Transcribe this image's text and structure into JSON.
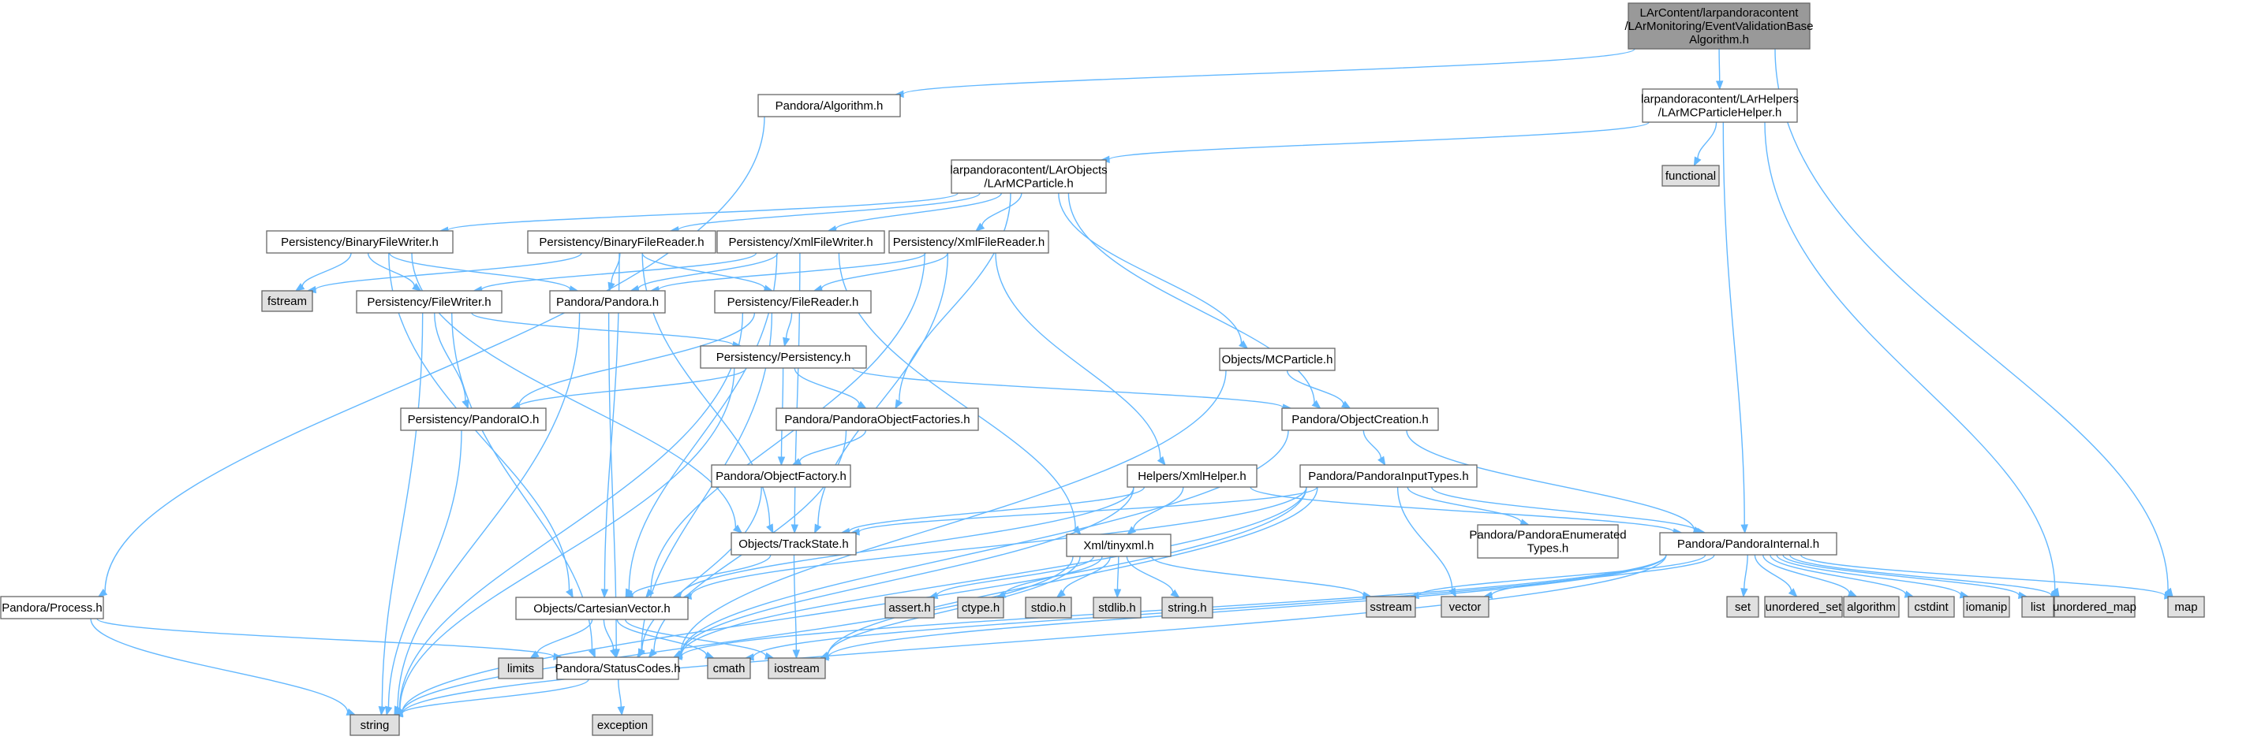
{
  "nodes": [
    {
      "id": "root",
      "label": [
        "LArContent/larpandoracontent",
        "/LArMonitoring/EventValidationBase",
        "Algorithm.h"
      ],
      "kind": "root"
    },
    {
      "id": "alg",
      "label": [
        "Pandora/Algorithm.h"
      ],
      "kind": "file"
    },
    {
      "id": "lmcph",
      "label": [
        "larpandoracontent/LArHelpers",
        "/LArMCParticleHelper.h"
      ],
      "kind": "file"
    },
    {
      "id": "functional",
      "label": [
        "functional"
      ],
      "kind": "system"
    },
    {
      "id": "lmcp",
      "label": [
        "larpandoracontent/LArObjects",
        "/LArMCParticle.h"
      ],
      "kind": "file"
    },
    {
      "id": "bfw",
      "label": [
        "Persistency/BinaryFileWriter.h"
      ],
      "kind": "file"
    },
    {
      "id": "bfr",
      "label": [
        "Persistency/BinaryFileReader.h"
      ],
      "kind": "file"
    },
    {
      "id": "xfw",
      "label": [
        "Persistency/XmlFileWriter.h"
      ],
      "kind": "file"
    },
    {
      "id": "xfr",
      "label": [
        "Persistency/XmlFileReader.h"
      ],
      "kind": "file"
    },
    {
      "id": "fstream",
      "label": [
        "fstream"
      ],
      "kind": "system"
    },
    {
      "id": "fw",
      "label": [
        "Persistency/FileWriter.h"
      ],
      "kind": "file"
    },
    {
      "id": "pandora",
      "label": [
        "Pandora/Pandora.h"
      ],
      "kind": "file"
    },
    {
      "id": "fr",
      "label": [
        "Persistency/FileReader.h"
      ],
      "kind": "file"
    },
    {
      "id": "pers",
      "label": [
        "Persistency/Persistency.h"
      ],
      "kind": "file"
    },
    {
      "id": "mcp",
      "label": [
        "Objects/MCParticle.h"
      ],
      "kind": "file"
    },
    {
      "id": "pio",
      "label": [
        "Persistency/PandoraIO.h"
      ],
      "kind": "file"
    },
    {
      "id": "pof",
      "label": [
        "Pandora/PandoraObjectFactories.h"
      ],
      "kind": "file"
    },
    {
      "id": "oc",
      "label": [
        "Pandora/ObjectCreation.h"
      ],
      "kind": "file"
    },
    {
      "id": "ofac",
      "label": [
        "Pandora/ObjectFactory.h"
      ],
      "kind": "file"
    },
    {
      "id": "xmlh",
      "label": [
        "Helpers/XmlHelper.h"
      ],
      "kind": "file"
    },
    {
      "id": "pit",
      "label": [
        "Pandora/PandoraInputTypes.h"
      ],
      "kind": "file"
    },
    {
      "id": "pet",
      "label": [
        "Pandora/PandoraEnumerated",
        "Types.h"
      ],
      "kind": "file"
    },
    {
      "id": "pint",
      "label": [
        "Pandora/PandoraInternal.h"
      ],
      "kind": "file"
    },
    {
      "id": "ts",
      "label": [
        "Objects/TrackState.h"
      ],
      "kind": "file"
    },
    {
      "id": "txml",
      "label": [
        "Xml/tinyxml.h"
      ],
      "kind": "file"
    },
    {
      "id": "proc",
      "label": [
        "Pandora/Process.h"
      ],
      "kind": "file"
    },
    {
      "id": "cv",
      "label": [
        "Objects/CartesianVector.h"
      ],
      "kind": "file"
    },
    {
      "id": "asserth",
      "label": [
        "assert.h"
      ],
      "kind": "system"
    },
    {
      "id": "ctypeh",
      "label": [
        "ctype.h"
      ],
      "kind": "system"
    },
    {
      "id": "stdioh",
      "label": [
        "stdio.h"
      ],
      "kind": "system"
    },
    {
      "id": "stdlibh",
      "label": [
        "stdlib.h"
      ],
      "kind": "system"
    },
    {
      "id": "stringh",
      "label": [
        "string.h"
      ],
      "kind": "system"
    },
    {
      "id": "sstream",
      "label": [
        "sstream"
      ],
      "kind": "system"
    },
    {
      "id": "vector",
      "label": [
        "vector"
      ],
      "kind": "system"
    },
    {
      "id": "set",
      "label": [
        "set"
      ],
      "kind": "system"
    },
    {
      "id": "uset",
      "label": [
        "unordered_set"
      ],
      "kind": "system"
    },
    {
      "id": "algorithm",
      "label": [
        "algorithm"
      ],
      "kind": "system"
    },
    {
      "id": "cstdint",
      "label": [
        "cstdint"
      ],
      "kind": "system"
    },
    {
      "id": "iomanip",
      "label": [
        "iomanip"
      ],
      "kind": "system"
    },
    {
      "id": "list",
      "label": [
        "list"
      ],
      "kind": "system"
    },
    {
      "id": "umap",
      "label": [
        "unordered_map"
      ],
      "kind": "system"
    },
    {
      "id": "map",
      "label": [
        "map"
      ],
      "kind": "system"
    },
    {
      "id": "limits",
      "label": [
        "limits"
      ],
      "kind": "system"
    },
    {
      "id": "sc",
      "label": [
        "Pandora/StatusCodes.h"
      ],
      "kind": "file"
    },
    {
      "id": "cmath",
      "label": [
        "cmath"
      ],
      "kind": "system"
    },
    {
      "id": "iostream",
      "label": [
        "iostream"
      ],
      "kind": "system"
    },
    {
      "id": "string",
      "label": [
        "string"
      ],
      "kind": "system"
    },
    {
      "id": "exception",
      "label": [
        "exception"
      ],
      "kind": "system"
    }
  ],
  "edges": [
    [
      "root",
      "alg"
    ],
    [
      "root",
      "lmcph"
    ],
    [
      "root",
      "map"
    ],
    [
      "alg",
      "proc"
    ],
    [
      "lmcph",
      "lmcp"
    ],
    [
      "lmcph",
      "functional"
    ],
    [
      "lmcph",
      "pint"
    ],
    [
      "lmcph",
      "umap"
    ],
    [
      "lmcp",
      "bfw"
    ],
    [
      "lmcp",
      "bfr"
    ],
    [
      "lmcp",
      "xfw"
    ],
    [
      "lmcp",
      "xfr"
    ],
    [
      "lmcp",
      "mcp"
    ],
    [
      "lmcp",
      "oc"
    ],
    [
      "lmcp",
      "pof"
    ],
    [
      "bfw",
      "fstream"
    ],
    [
      "bfw",
      "fw"
    ],
    [
      "bfw",
      "pandora"
    ],
    [
      "bfw",
      "ts"
    ],
    [
      "bfw",
      "cv"
    ],
    [
      "bfr",
      "fr"
    ],
    [
      "bfr",
      "pandora"
    ],
    [
      "bfr",
      "ts"
    ],
    [
      "bfr",
      "cv"
    ],
    [
      "bfr",
      "fstream"
    ],
    [
      "xfw",
      "fw"
    ],
    [
      "xfw",
      "pandora"
    ],
    [
      "xfw",
      "txml"
    ],
    [
      "xfw",
      "ts"
    ],
    [
      "xfw",
      "cv"
    ],
    [
      "xfr",
      "fr"
    ],
    [
      "xfr",
      "pandora"
    ],
    [
      "xfr",
      "xmlh"
    ],
    [
      "xfr",
      "ts"
    ],
    [
      "xfr",
      "cv"
    ],
    [
      "fw",
      "pers"
    ],
    [
      "fw",
      "pio"
    ],
    [
      "fw",
      "sc"
    ],
    [
      "fw",
      "string"
    ],
    [
      "pandora",
      "sc"
    ],
    [
      "pandora",
      "string"
    ],
    [
      "fr",
      "pers"
    ],
    [
      "fr",
      "pio"
    ],
    [
      "fr",
      "sc"
    ],
    [
      "fr",
      "string"
    ],
    [
      "pers",
      "pio"
    ],
    [
      "pers",
      "pof"
    ],
    [
      "pers",
      "ofac"
    ],
    [
      "pers",
      "oc"
    ],
    [
      "pers",
      "string"
    ],
    [
      "mcp",
      "oc"
    ],
    [
      "mcp",
      "sc"
    ],
    [
      "pio",
      "string"
    ],
    [
      "pof",
      "ofac"
    ],
    [
      "pof",
      "sc"
    ],
    [
      "oc",
      "pit"
    ],
    [
      "oc",
      "pint"
    ],
    [
      "oc",
      "sc"
    ],
    [
      "ofac",
      "sc"
    ],
    [
      "xmlh",
      "ts"
    ],
    [
      "xmlh",
      "txml"
    ],
    [
      "xmlh",
      "cv"
    ],
    [
      "xmlh",
      "pint"
    ],
    [
      "xmlh",
      "sc"
    ],
    [
      "pit",
      "pet"
    ],
    [
      "pit",
      "pint"
    ],
    [
      "pit",
      "ts"
    ],
    [
      "pit",
      "cv"
    ],
    [
      "pit",
      "vector"
    ],
    [
      "pit",
      "string"
    ],
    [
      "pit",
      "iostream"
    ],
    [
      "pit",
      "sc"
    ],
    [
      "pint",
      "vector"
    ],
    [
      "pint",
      "set"
    ],
    [
      "pint",
      "uset"
    ],
    [
      "pint",
      "algorithm"
    ],
    [
      "pint",
      "cstdint"
    ],
    [
      "pint",
      "iomanip"
    ],
    [
      "pint",
      "list"
    ],
    [
      "pint",
      "umap"
    ],
    [
      "pint",
      "map"
    ],
    [
      "pint",
      "sc"
    ],
    [
      "pint",
      "cmath"
    ],
    [
      "pint",
      "iostream"
    ],
    [
      "pint",
      "string"
    ],
    [
      "pint",
      "sstream"
    ],
    [
      "ts",
      "cv"
    ],
    [
      "ts",
      "iostream"
    ],
    [
      "txml",
      "asserth"
    ],
    [
      "txml",
      "ctypeh"
    ],
    [
      "txml",
      "stdioh"
    ],
    [
      "txml",
      "stdlibh"
    ],
    [
      "txml",
      "stringh"
    ],
    [
      "txml",
      "sstream"
    ],
    [
      "txml",
      "string"
    ],
    [
      "txml",
      "iostream"
    ],
    [
      "proc",
      "sc"
    ],
    [
      "proc",
      "string"
    ],
    [
      "cv",
      "limits"
    ],
    [
      "cv",
      "sc"
    ],
    [
      "cv",
      "cmath"
    ],
    [
      "cv",
      "iostream"
    ],
    [
      "sc",
      "exception"
    ],
    [
      "sc",
      "string"
    ]
  ],
  "colors": {
    "edge": "#63b8ff",
    "node_border": "#666666",
    "root_fill": "#999999",
    "file_fill": "#ffffff",
    "system_fill": "#e0e0e0"
  }
}
